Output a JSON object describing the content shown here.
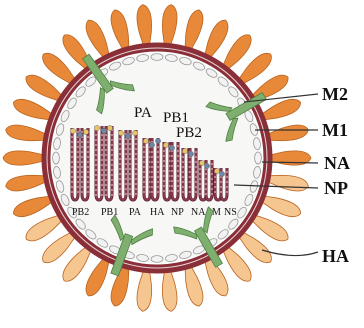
{
  "diagram": {
    "inner_labels": {
      "pa": "PA",
      "pb1": "PB1",
      "pb2": "PB2"
    },
    "segment_labels": [
      "PB2",
      "PB1",
      "PA",
      "HA",
      "NP",
      "NA",
      "M",
      "NS"
    ],
    "outer_labels": {
      "m2": "M2",
      "m1": "M1",
      "na": "NA",
      "np": "NP",
      "ha": "HA"
    }
  },
  "colors": {
    "spike_orange": "#E8893A",
    "spike_light": "#F6C690",
    "spike_stroke": "#B8621E",
    "membrane_red": "#8A2E38",
    "membrane_pink": "#E7D2D4",
    "m1_fill": "#F2F2F2",
    "m1_stroke": "#9A9A9A",
    "channel_green": "#7FAF6E",
    "channel_dark": "#4E7F44",
    "rnp_fill": "#8E3C50",
    "rnp_stroke": "#5A1E2E",
    "dot_yellow": "#E9C46A",
    "dot_blue": "#6E87A8",
    "interior": "#F7F7F5",
    "leader": "#333333"
  }
}
